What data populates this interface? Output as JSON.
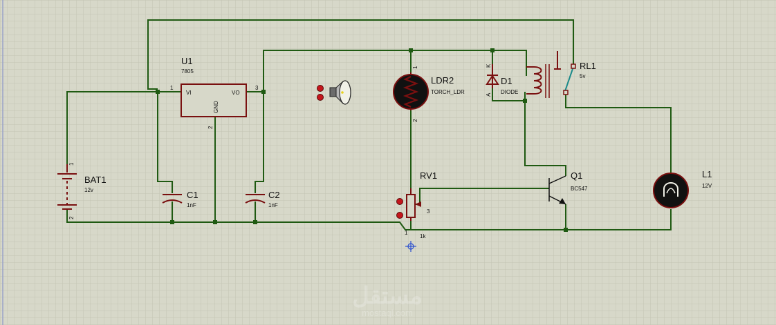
{
  "components": {
    "u1": {
      "ref": "U1",
      "value": "7805",
      "pin_vi": "VI",
      "pin_vo": "VO",
      "pin_gnd": "GND",
      "pin1": "1",
      "pin2": "2",
      "pin3": "3"
    },
    "bat1": {
      "ref": "BAT1",
      "value": "12v",
      "pin1": "1",
      "pin2": "2"
    },
    "c1": {
      "ref": "C1",
      "value": "1nF"
    },
    "c2": {
      "ref": "C2",
      "value": "1nF"
    },
    "ldr2": {
      "ref": "LDR2",
      "value": "TORCH_LDR",
      "pin1": "1",
      "pin2": "2"
    },
    "d1": {
      "ref": "D1",
      "value": "DIODE",
      "pin_k": "K",
      "pin_a": "A"
    },
    "rl1": {
      "ref": "RL1",
      "value": "5v"
    },
    "rv1": {
      "ref": "RV1",
      "value": "1k",
      "pin1": "1",
      "pin3": "3"
    },
    "q1": {
      "ref": "Q1",
      "value": "BC547"
    },
    "l1": {
      "ref": "L1",
      "value": "12V"
    }
  },
  "watermark": {
    "text_ar": "مستقل",
    "text_en": "mostaql.com"
  },
  "colors": {
    "background": "#d7d8c9",
    "grid": "#c3c4b4",
    "wire": "#1f5a12",
    "component": "#7a1010",
    "junction": "#1f5a12"
  }
}
